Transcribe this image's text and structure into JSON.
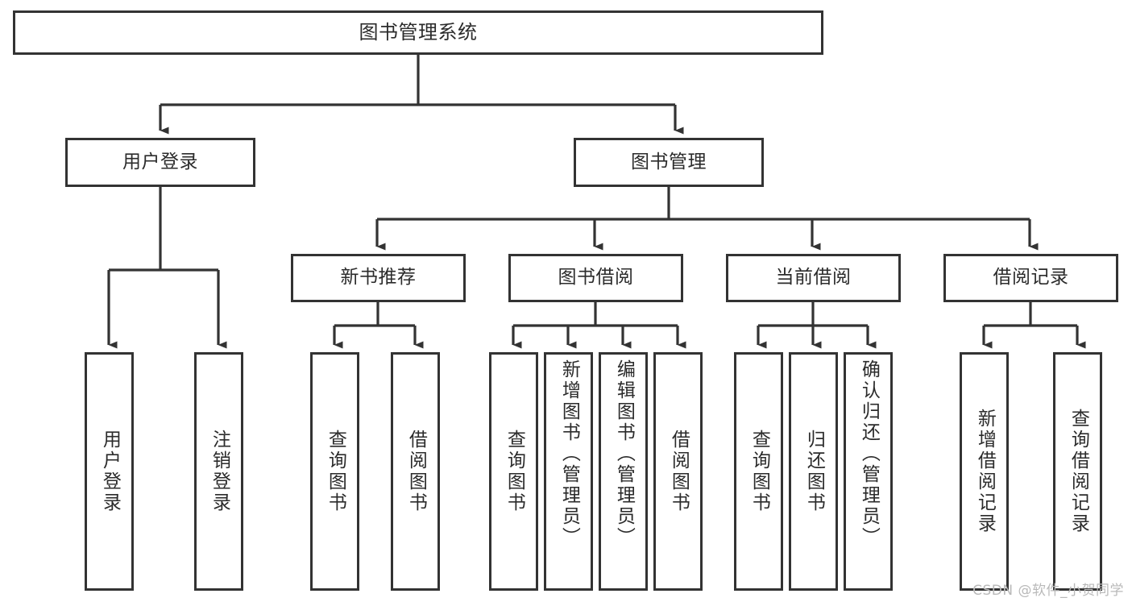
{
  "diagram": {
    "title": "图书管理系统",
    "watermark": "CSDN @软件_小贺同学",
    "stroke_color": "#333333",
    "text_color": "#2b2b2b",
    "background": "#ffffff",
    "root": {
      "label": "图书管理系统"
    },
    "level2": [
      {
        "label": "用户登录"
      },
      {
        "label": "图书管理"
      }
    ],
    "level3": [
      {
        "label": "新书推荐"
      },
      {
        "label": "图书借阅"
      },
      {
        "label": "当前借阅"
      },
      {
        "label": "借阅记录"
      }
    ],
    "leaves": {
      "user_login": [
        {
          "label": "用户登录"
        },
        {
          "label": "注销登录"
        }
      ],
      "new_book": [
        {
          "label": "查询图书"
        },
        {
          "label": "借阅图书"
        }
      ],
      "book_borrow": [
        {
          "label": "查询图书"
        },
        {
          "label": "新增图书（管理员）"
        },
        {
          "label": "编辑图书（管理员）"
        },
        {
          "label": "借阅图书"
        }
      ],
      "current_borrow": [
        {
          "label": "查询图书"
        },
        {
          "label": "归还图书"
        },
        {
          "label": "确认归还（管理员）"
        }
      ],
      "borrow_record": [
        {
          "label": "新增借阅记录"
        },
        {
          "label": "查询借阅记录"
        }
      ]
    }
  }
}
